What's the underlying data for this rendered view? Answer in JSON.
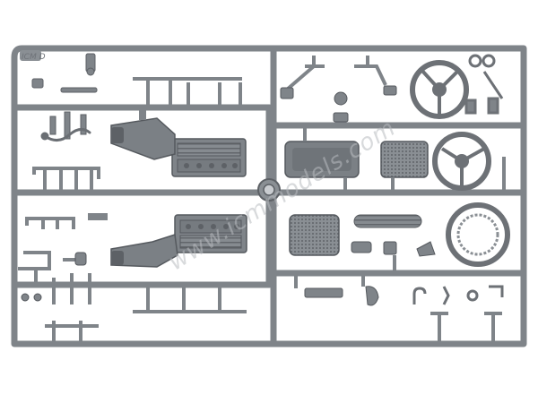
{
  "image": {
    "subject": "plastic model kit sprue frame with engine, chassis and wheel parts",
    "colors": {
      "background": "#ffffff",
      "plastic": "#7f8489",
      "plastic_dark": "#5d6166",
      "plastic_light": "#a3a7ab"
    }
  },
  "sprue_label": "ICM D",
  "watermark": {
    "text": "www.icmmodels.com"
  }
}
